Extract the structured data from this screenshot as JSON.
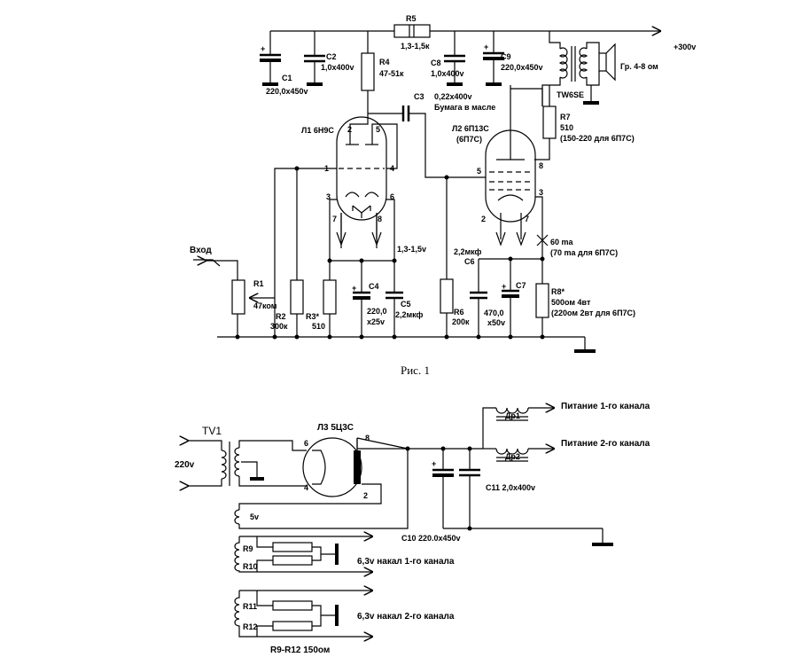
{
  "fig1": {
    "caption": "Рис. 1",
    "r5": "R5",
    "r5_val": "1,3-1,5к",
    "supply": "+300v",
    "c1": "C1",
    "c1_val": "220,0х450v",
    "c2": "C2",
    "c2_val": "1,0х400v",
    "r4": "R4",
    "r4_val": "47-51к",
    "c8": "C8",
    "c8_val": "1,0х400v",
    "c9": "C9",
    "c9_val": "220,0х450v",
    "spk": "Гр. 4-8 ом",
    "trans": "TW6SE",
    "c3": "C3",
    "c3_val": "0,22х400v",
    "c3_type": "Бумага в масле",
    "l1": "Л1 6Н9С",
    "l2": "Л2 6П13С",
    "l2_alt": "(6П7С)",
    "r7": "R7",
    "r7_val": "510",
    "r7_alt": "(150-220 для 6П7С)",
    "pins": {
      "p1": "1",
      "p2": "2",
      "p3": "3",
      "p4": "4",
      "p5": "5",
      "p6": "6",
      "p7": "7",
      "p8": "8",
      "q3": "3",
      "q5": "5",
      "q7": "7",
      "q8": "8",
      "q2": "2"
    },
    "cur": "60 ma",
    "cur_alt": "(70 ma для 6П7С)",
    "vk1": "1,3-1,5v",
    "c6": "C6",
    "c6_val": "2,2мкф",
    "input": "Вход",
    "r1": "R1",
    "r1_val": "47ком",
    "r2": "R2",
    "r2_val": "300к",
    "r3": "R3*",
    "r3_val": "510",
    "c4": "C4",
    "c4_val1": "220,0",
    "c4_val2": "х25v",
    "c5": "C5",
    "c5_val": "2,2мкф",
    "r6": "R6",
    "r6_val": "200к",
    "c7": "C7",
    "c7_val1": "470,0",
    "c7_val2": "х50v",
    "r8": "R8*",
    "r8_val": "500ом 4вт",
    "r8_alt": "(220ом 2вт для 6П7С)"
  },
  "fig2": {
    "tv1": "TV1",
    "mains": "220v",
    "l3": "Л3 5Ц3С",
    "pins": {
      "p6": "6",
      "p8": "8",
      "p4": "4",
      "p2": "2"
    },
    "v5": "5v",
    "dr1": "Др1",
    "dr2": "Др2",
    "out1": "Питание 1-го канала",
    "out2": "Питание 2-го канала",
    "c11": "C11 2,0х400v",
    "c10": "C10 220.0х450v",
    "r9": "R9",
    "r10": "R10",
    "r11": "R11",
    "r12": "R12",
    "heat1": "6,3v накал 1-го канала",
    "heat2": "6,3v накал 2-го канала",
    "rval": "R9-R12 150ом"
  }
}
